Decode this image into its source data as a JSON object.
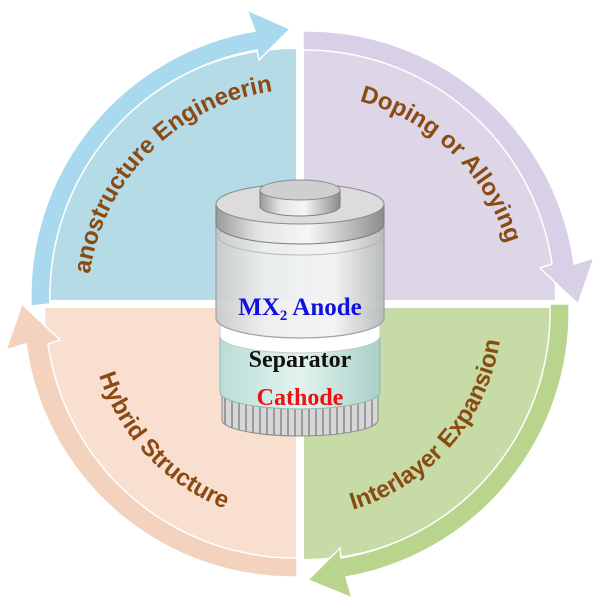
{
  "quadrants": [
    {
      "id": "nano",
      "label": "Nanostructure Engineering",
      "fill": "#b5dce6",
      "arrow": "#a9d9ee"
    },
    {
      "id": "doping",
      "label": "Doping or Alloying",
      "fill": "#dcd6e6",
      "arrow": "#d8d0e6"
    },
    {
      "id": "interlayer",
      "label": "Interlayer Expansion",
      "fill": "#c7dba6",
      "arrow": "#b9d48c"
    },
    {
      "id": "hybrid",
      "label": "Hybrid Structure",
      "fill": "#f8dfd0",
      "arrow": "#f3d3bd"
    }
  ],
  "label_color": "#8a4a12",
  "battery": {
    "anode_base": "MX",
    "anode_sub": "2",
    "anode_rest": " Anode",
    "anode_color": "#1111dd",
    "separator": "Separator",
    "separator_color": "#111111",
    "cathode": "Cathode",
    "cathode_color": "#ee1111"
  }
}
